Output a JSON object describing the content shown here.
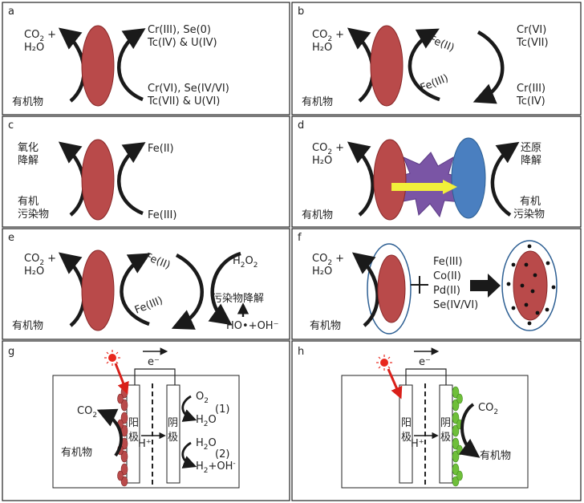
{
  "panels": {
    "a": {
      "letter": "a",
      "products": "H₂O",
      "organic": "有机物",
      "top1": "Cr(III), Se(0)",
      "top2": "Tc(IV) & U(IV)",
      "bot1": "Cr(VI), Se(IV/VI)",
      "bot2": "Tc(VII) & U(VI)"
    },
    "b": {
      "letter": "b",
      "products": "H₂O",
      "organic": "有机物",
      "fe2": "Fe(II)",
      "fe3": "Fe(III)",
      "top1": "Cr(VI)",
      "top2": "Tc(VII)",
      "bot1": "Cr(III)",
      "bot2": "Tc(IV)"
    },
    "c": {
      "letter": "c",
      "ox1": "氧化",
      "ox2": "降解",
      "org1": "有机",
      "org2": "污染物",
      "fe2": "Fe(II)",
      "fe3": "Fe(III)"
    },
    "d": {
      "letter": "d",
      "products": "H₂O",
      "organic": "有机物",
      "red1": "还原",
      "red2": "降解",
      "org1": "有机",
      "org2": "污染物"
    },
    "e": {
      "letter": "e",
      "products": "H₂O",
      "organic": "有机物",
      "fe2": "Fe(II)",
      "fe3": "Fe(III)",
      "h2o2": "H₂O₂",
      "degrade": "污染物降解",
      "radical": "HO•+OH⁻"
    },
    "f": {
      "letter": "f",
      "products": "H₂O",
      "organic": "有机物",
      "metals": [
        "Fe(III)",
        "Co(II)",
        "Pd(II)",
        "Se(IV/VI)"
      ]
    },
    "g": {
      "letter": "g",
      "electron": "e⁻",
      "co2": "CO₂",
      "organic": "有机物",
      "anode": [
        "阳",
        "极"
      ],
      "cathode": [
        "阴",
        "极"
      ],
      "proton": "H⁺",
      "o2": "O₂",
      "h2o": "H₂O",
      "h2o_b": "H₂O",
      "eq1": "(1)",
      "eq2": "(2)",
      "h2oh": "H₂+OH⁻"
    },
    "h": {
      "letter": "h",
      "electron": "e⁻",
      "co2": "CO₂",
      "organic": "有机物",
      "anode": [
        "阳",
        "极"
      ],
      "cathode": [
        "阴",
        "极"
      ],
      "proton": "H⁺"
    }
  },
  "colors": {
    "cell": "#b94a4a",
    "cell_edge": "#8a2a2a",
    "blue_cell": "#4a7fc0",
    "burst": "#7a55a5",
    "beam": "#f2ef3a",
    "green": "#6fbf3a",
    "light": "#e8281e",
    "env": "#2d5f93"
  }
}
